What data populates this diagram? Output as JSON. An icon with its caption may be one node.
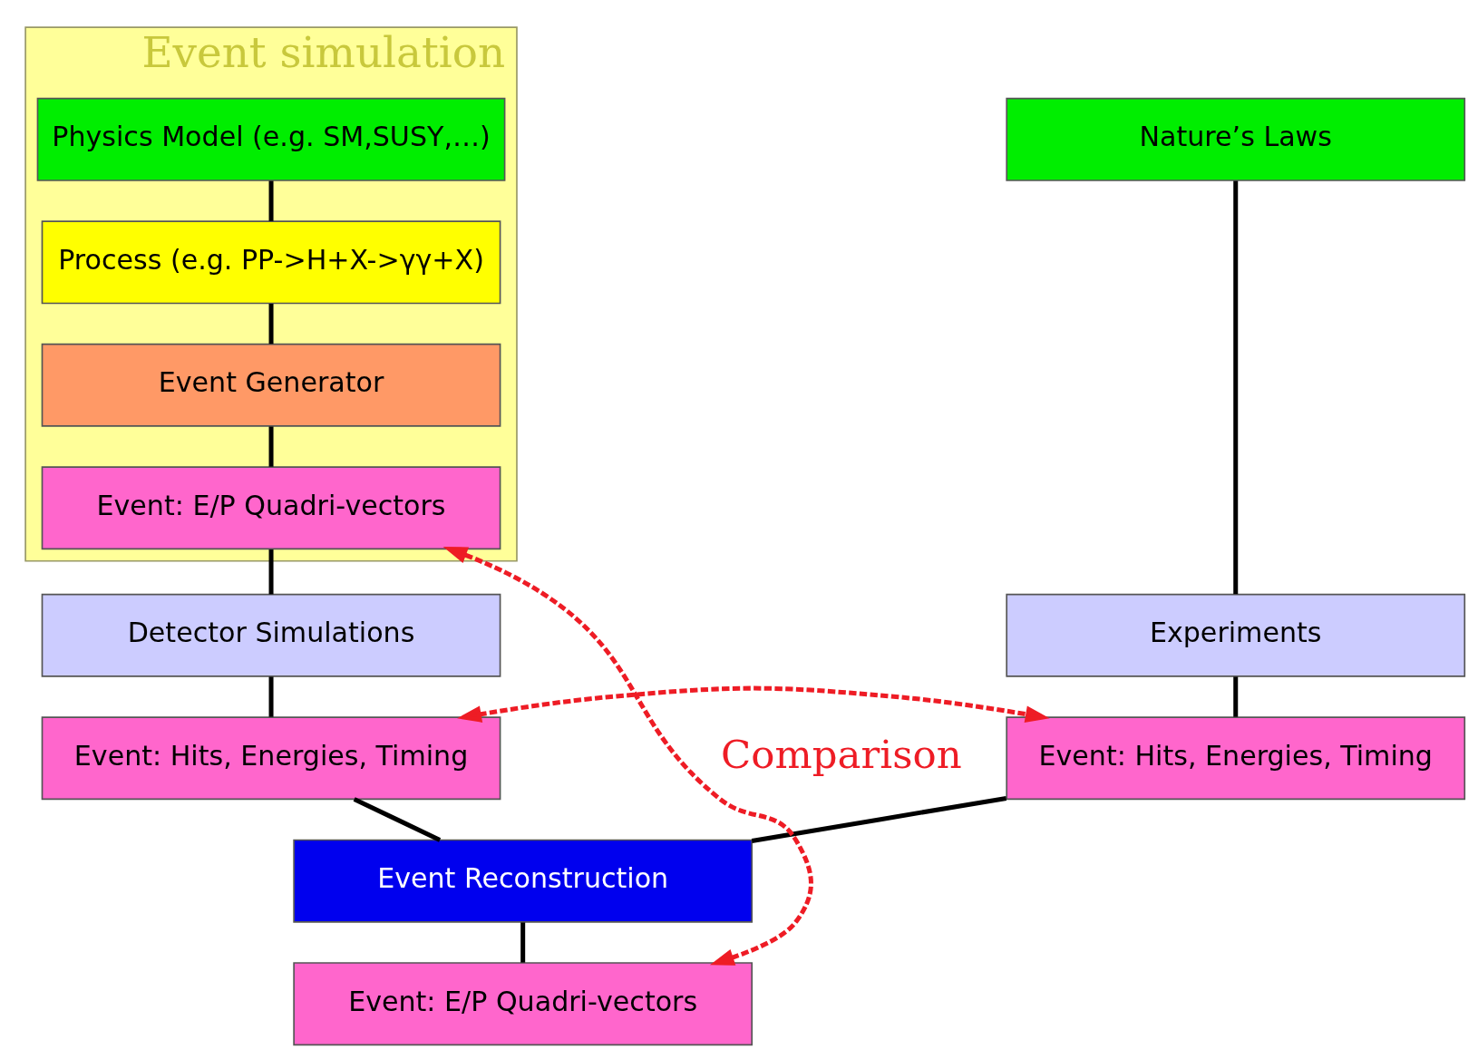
{
  "diagram": {
    "nodes": [
      {
        "text": [
          "Event simulation"
        ]
      },
      {
        "text": [
          "Physics Model (e.g. SM,SUSY,…)"
        ],
        "in": 0
      },
      {
        "text": [
          "Process (e.g. PP->H+X->γγ+X)"
        ],
        "in": 0
      },
      {
        "text": [
          "Event Generator"
        ],
        "in": 0
      },
      {
        "text": [
          "Event: E/P Quadri-vectors"
        ],
        "in": 0
      },
      {
        "text": [
          "Nature’s Laws"
        ]
      },
      {
        "text": [
          "Detector Simulations"
        ]
      },
      {
        "text": [
          "Experiments"
        ]
      },
      {
        "text": [
          "Event: Hits, Energies, Timing"
        ]
      },
      {
        "text": [
          "Event: Hits, Energies, Timing"
        ]
      },
      {
        "text": [
          "Event Reconstruction"
        ]
      },
      {
        "text": [
          "Event: E/P Quadri-vectors"
        ]
      }
    ],
    "edges": [
      {
        "from": 1,
        "to": 2,
        "arrow": "none"
      },
      {
        "from": 2,
        "to": 3,
        "arrow": "none"
      },
      {
        "from": 3,
        "to": 4,
        "arrow": "none"
      },
      {
        "from": 4,
        "to": 6,
        "arrow": "none"
      },
      {
        "from": 6,
        "to": 8,
        "arrow": "none"
      },
      {
        "from": 8,
        "to": 10,
        "arrow": "none"
      },
      {
        "from": 5,
        "to": 7,
        "arrow": "none"
      },
      {
        "from": 7,
        "to": 9,
        "arrow": "none"
      },
      {
        "from": 9,
        "to": 10,
        "arrow": "none"
      },
      {
        "from": 10,
        "to": 11,
        "arrow": "none"
      },
      {
        "from": 8,
        "to": 9,
        "arrow": "both",
        "style": "dashed",
        "color": "#ee1c25"
      },
      {
        "from": 11,
        "to": 4,
        "arrow": "both",
        "style": "dashed",
        "color": "#ee1c25",
        "label": "Comparison"
      }
    ]
  }
}
